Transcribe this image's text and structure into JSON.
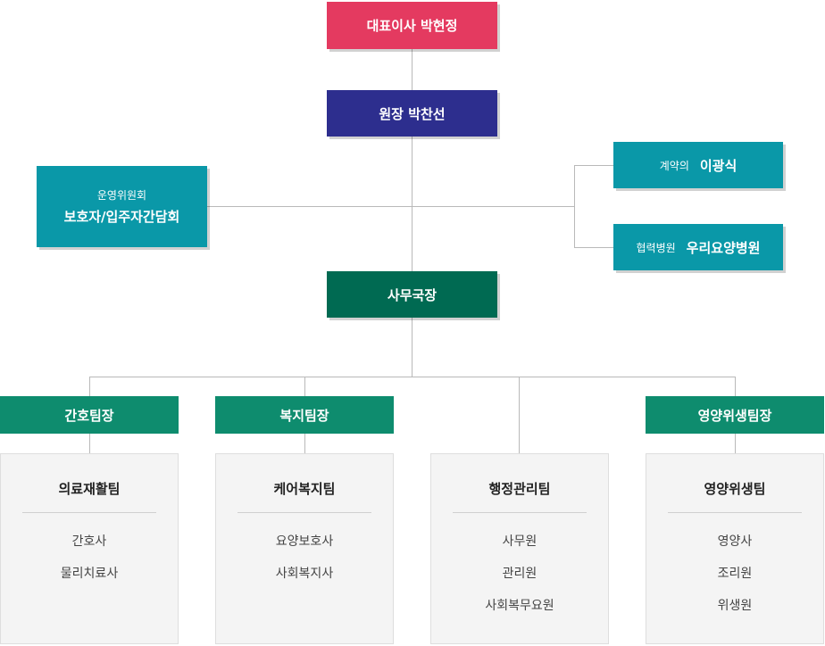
{
  "ceo": "대표이사 박현정",
  "director": "원장 박찬선",
  "committee": {
    "sub": "운영위원회",
    "main": "보호자/입주자간담회"
  },
  "contract_doctor": {
    "sub": "계약의",
    "main": "이광식"
  },
  "partner_hospital": {
    "sub": "협력병원",
    "main": "우리요양병원"
  },
  "office_director": "사무국장",
  "team_leads": [
    "간호팀장",
    "복지팀장",
    "영양위생팀장"
  ],
  "teams": [
    {
      "title": "의료재활팀",
      "members": [
        "간호사",
        "물리치료사"
      ]
    },
    {
      "title": "케어복지팀",
      "members": [
        "요양보호사",
        "사회복지사"
      ]
    },
    {
      "title": "행정관리팀",
      "members": [
        "사무원",
        "관리원",
        "사회복무요원"
      ]
    },
    {
      "title": "영양위생팀",
      "members": [
        "영양사",
        "조리원",
        "위생원"
      ]
    }
  ],
  "colors": {
    "ceo": "#e43a60",
    "director": "#2d2e8e",
    "office": "#006a52",
    "teal": "#0a98a8",
    "team_lead": "#0e8c6e"
  }
}
